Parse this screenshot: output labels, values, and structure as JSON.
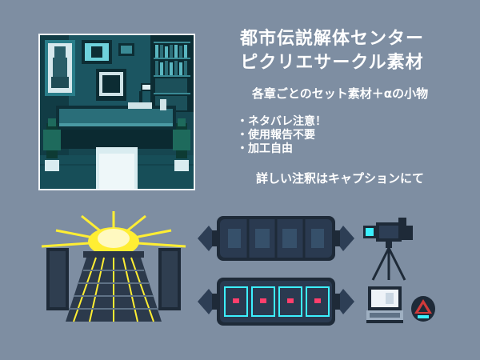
{
  "header": {
    "title_line1": "都市伝説解体センター",
    "title_line2": "ピクリエサークル素材"
  },
  "subtitle": "各章ごとのセット素材＋αの小物",
  "notes": [
    "・ネタバレ注意！",
    "・使用報告不要",
    "・加工自由"
  ],
  "caption": "詳しい注釈はキャプションにて",
  "palette": {
    "background": "#7e8ea2",
    "room_teal": "#1d5a66",
    "glow_yellow": "#ffee33",
    "cyan_light": "#3cf0ff",
    "dark_navy": "#1e2a38"
  },
  "sprites": [
    {
      "name": "office-room-scene",
      "icon": "pixel-room"
    },
    {
      "name": "golden-dome-altar",
      "icon": "glowing-altar"
    },
    {
      "name": "stone-capsule-dark",
      "icon": "capsule"
    },
    {
      "name": "stone-capsule-lit",
      "icon": "capsule-glowing"
    },
    {
      "name": "video-camera-tripod",
      "icon": "camera-icon"
    },
    {
      "name": "laptop",
      "icon": "laptop-icon"
    },
    {
      "name": "warning-badge",
      "icon": "triangle-badge-icon"
    }
  ]
}
